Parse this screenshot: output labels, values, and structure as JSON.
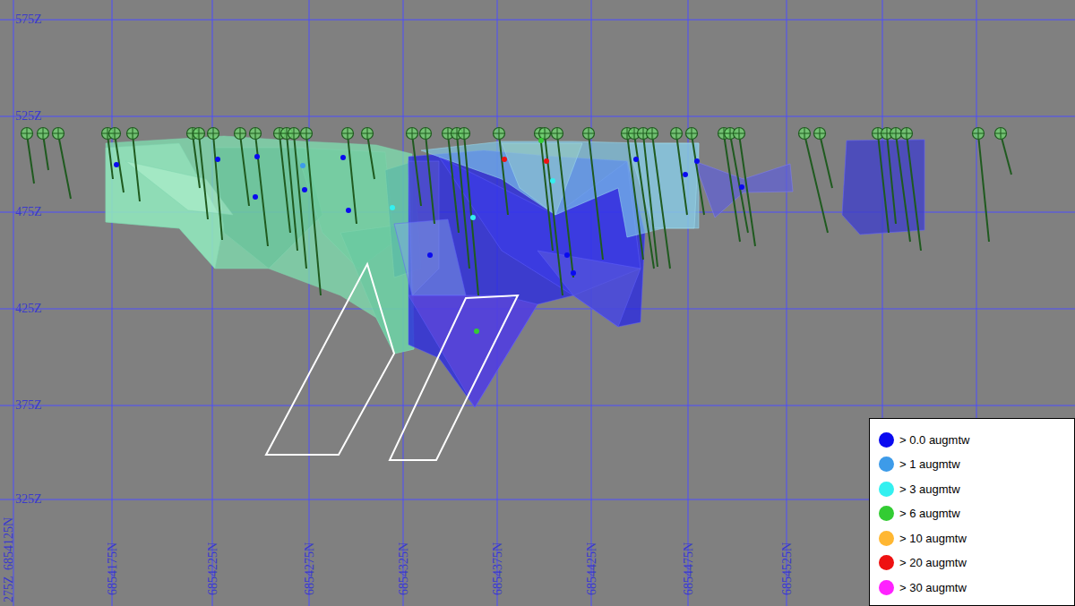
{
  "diagram": {
    "labels": [
      "575Z",
      "525Z",
      "475Z",
      "425Z",
      "375Z",
      "325Z",
      "275Z",
      "6854125N",
      "6854175N",
      "6854225N",
      "6854275N",
      "6854325N",
      "6854375N",
      "6854425N",
      "6854475N",
      "6854525N"
    ],
    "legend": [
      {
        "text": "> 0.0 augmtw",
        "color": "#0a0af0"
      },
      {
        "text": "> 1 augmtw",
        "color": "#3d9be9"
      },
      {
        "text": "> 3 augmtw",
        "color": "#33f0f0"
      },
      {
        "text": "> 6 augmtw",
        "color": "#33cc33"
      },
      {
        "text": "> 10 augmtw",
        "color": "#ffb732"
      },
      {
        "text": "> 20 augmtw",
        "color": "#ee1111"
      },
      {
        "text": "> 30 augmtw",
        "color": "#ff22ff"
      }
    ]
  }
}
